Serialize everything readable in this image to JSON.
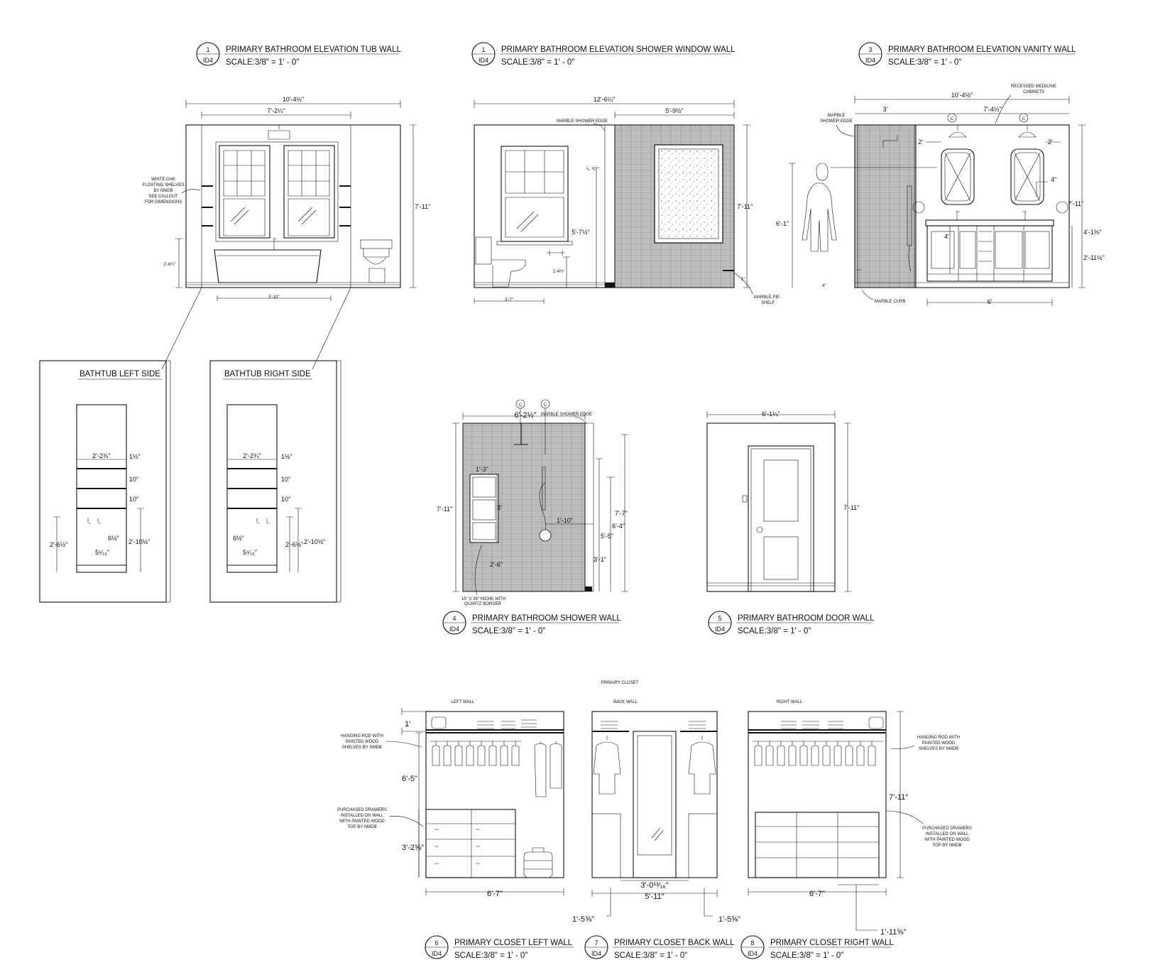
{
  "drawing": {
    "titles": [
      {
        "num": "1",
        "sheet": "ID4",
        "name": "PRIMARY BATHROOM ELEVATION TUB WALL",
        "scale": "SCALE:3/8\" = 1' - 0\""
      },
      {
        "num": "1",
        "sheet": "ID4",
        "name": "PRIMARY BATHROOM ELEVATION SHOWER WINDOW WALL",
        "scale": "SCALE:3/8\" = 1' - 0\""
      },
      {
        "num": "3",
        "sheet": "ID4",
        "name": "PRIMARY BATHROOM ELEVATION VANITY WALL",
        "scale": "SCALE:3/8\" = 1' - 0\""
      },
      {
        "num": "4",
        "sheet": "ID4",
        "name": "PRIMARY BATHROOM SHOWER WALL",
        "scale": "SCALE:3/8\" = 1' - 0\""
      },
      {
        "num": "5",
        "sheet": "ID4",
        "name": "PRIMARY BATHROOM DOOR WALL",
        "scale": "SCALE:3/8\" = 1' - 0\""
      },
      {
        "num": "6",
        "sheet": "ID4",
        "name": "PRIMARY CLOSET LEFT WALL",
        "scale": "SCALE:3/8\" = 1' - 0\""
      },
      {
        "num": "7",
        "sheet": "ID4",
        "name": "PRIMARY CLOSET BACK WALL",
        "scale": "SCALE:3/8\" = 1' - 0\""
      },
      {
        "num": "8",
        "sheet": "ID4",
        "name": "PRIMARY CLOSET RIGHT WALL",
        "scale": "SCALE:3/8\" = 1' - 0\""
      }
    ],
    "tub_wall": {
      "dims": [
        "10'-4½\"",
        "7'-2¼\"",
        "7'-11\"",
        "2'-6½\"",
        "5'-10\""
      ],
      "note": [
        "WHITE OAK",
        "FLOATING SHELVES",
        "BY NMDB",
        "SEE CALLOUT",
        "FOR DIMENSIONS"
      ]
    },
    "shower_window_wall": {
      "dims": [
        "12'-6¼\"",
        "5'-9½\"",
        "7'-11\"",
        "5'-7½\"",
        "1'-4½\"",
        "3'-7\"",
        "1\""
      ],
      "notes": [
        "MARBLE SHOWER EDGE",
        "MARBLE PIE",
        "SHELF"
      ]
    },
    "vanity_wall": {
      "dims": [
        "10'-4½\"",
        "3'",
        "7'-4½\"",
        "2'",
        "2'",
        "6'-1\"",
        "4\"",
        "4'",
        "7'-11\"",
        "4'-1⅜\"",
        "2'-11½\"",
        "4\"",
        "6'"
      ],
      "notes": [
        "RECESSED MEDICINE",
        "CABINETS",
        "MARBLE",
        "SHOWER EDGE",
        "MARBLE CURB"
      ],
      "tag": "C"
    },
    "bathtub_left": {
      "title": "BATHTUB LEFT SIDE",
      "dims": [
        "2'-2¾\"",
        "1½\"",
        "10\"",
        "10\"",
        "6½\"",
        "5⁵⁄₁₆\"",
        "2'-6½\"",
        "2'-10½\""
      ]
    },
    "bathtub_right": {
      "title": "BATHTUB RIGHT SIDE",
      "dims": [
        "2'-2¾\"",
        "1½\"",
        "10\"",
        "10\"",
        "6½\"",
        "5⁵⁄₁₆\"",
        "2'-6½\"",
        "2'-10½\""
      ]
    },
    "shower_wall": {
      "dims": [
        "6'-2½\"",
        "1'-3\"",
        "3'",
        "7'-11\"",
        "1'-10\"",
        "7'-7\"",
        "6'-4\"",
        "5'-5\"",
        "3'-1\"",
        "2'-6\""
      ],
      "notes": [
        "MARBLE SHOWER EDGE",
        "15\" X 36\" NICHE WITH",
        "QUARTZ BORDER"
      ],
      "tag": "C"
    },
    "door_wall": {
      "dims": [
        "6'-1¼\"",
        "7'-11\""
      ]
    },
    "closet": {
      "header": "PRIMARY CLOSET",
      "walls": [
        "LEFT WALL",
        "BACK WALL",
        "RIGHT WALL"
      ],
      "left_dims": [
        "1'",
        "6'-5\"",
        "3'-2⅝\"",
        "6'-7\""
      ],
      "back_dims": [
        "3'-0¹³⁄₁₆\"",
        "5'-11\"",
        "1'-5⅝\"",
        "1'-5⅝\""
      ],
      "right_dims": [
        "7'-11\"",
        "6'-7\"",
        "1'-11⅝\""
      ],
      "notes_left": [
        "HANGING ROD WITH",
        "PAINTED WOOD",
        "SHELVES BY NMDB",
        "PURCHASED DRAWERS",
        "INSTALLED ON WALL",
        "WITH PAINTED WOOD",
        "TOP BY NMDB"
      ],
      "notes_right": [
        "HANGING ROD WITH",
        "PAINTED WOOD",
        "SHELVES BY NMDB",
        "PURCHASED DRAWERS",
        "INSTALLED ON WALL",
        "WITH PAINTED WOOD",
        "TOP BY NMDB"
      ]
    }
  }
}
